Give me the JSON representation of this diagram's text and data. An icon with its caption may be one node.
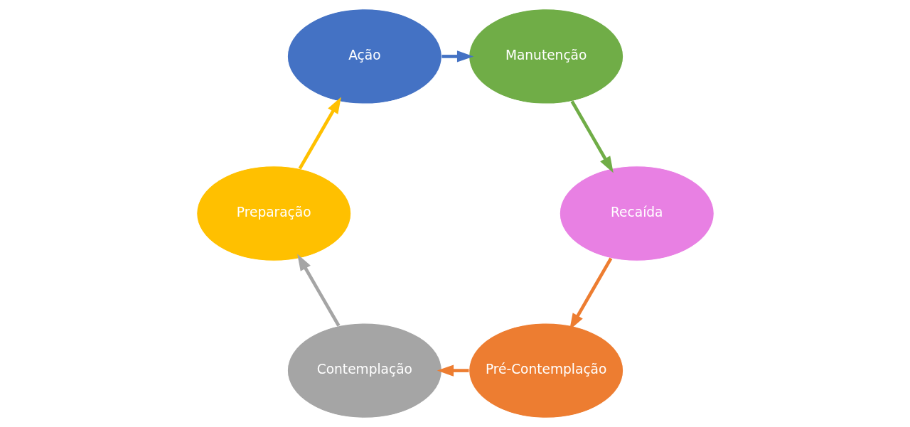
{
  "diagram": {
    "nodes": [
      {
        "text": [
          "Pré-Contemplação"
        ]
      },
      {
        "text": [
          "Recaída"
        ]
      },
      {
        "text": [
          "Contemplação"
        ]
      },
      {
        "text": [
          "Manutenção"
        ]
      },
      {
        "text": [
          "Preparação"
        ]
      },
      {
        "text": [
          "Ação"
        ]
      }
    ],
    "edges": [
      {
        "from": 1,
        "to": 0,
        "arrow": "to",
        "color": "#ed7d31"
      },
      {
        "from": 0,
        "to": 2,
        "arrow": "to",
        "color": "#ed7d31"
      },
      {
        "from": 2,
        "to": 4,
        "arrow": "to",
        "color": "#a5a5a5"
      },
      {
        "from": 4,
        "to": 5,
        "arrow": "to",
        "color": "#ffc000"
      },
      {
        "from": 5,
        "to": 3,
        "arrow": "to",
        "color": "#4472c4"
      },
      {
        "from": 3,
        "to": 1,
        "arrow": "to",
        "color": "#70ad47"
      }
    ]
  }
}
